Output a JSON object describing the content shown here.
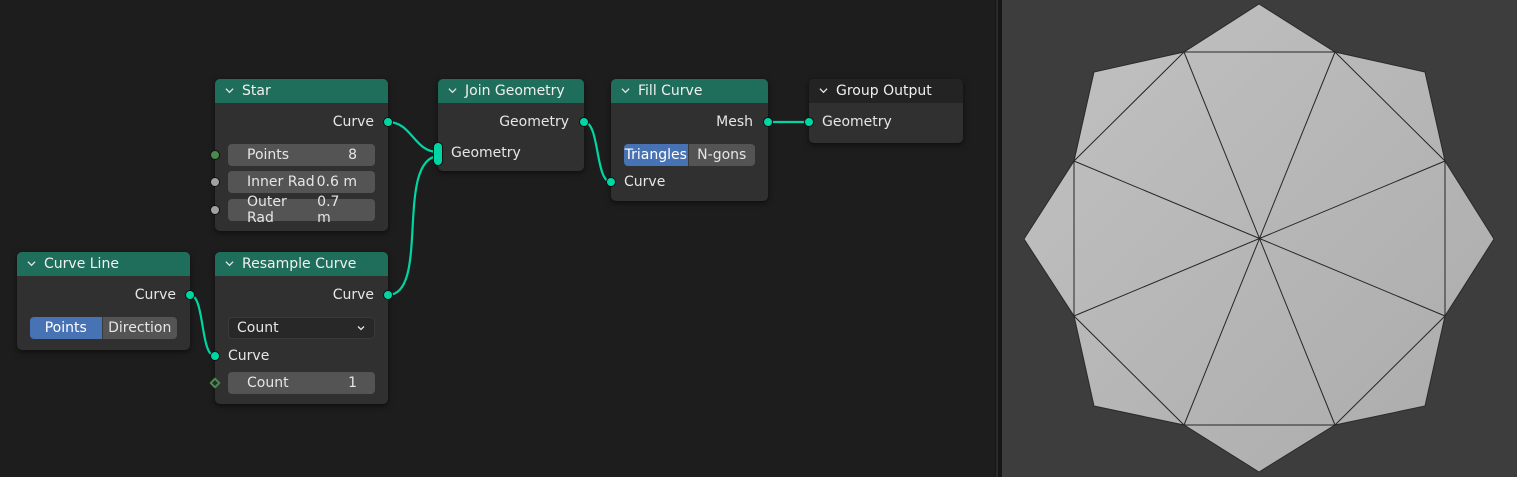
{
  "nodes": {
    "star": {
      "title": "Star",
      "output_curve": "Curve",
      "points_label": "Points",
      "points_value": "8",
      "inner_label": "Inner Rad",
      "inner_value": "0.6 m",
      "outer_label": "Outer Rad",
      "outer_value": "0.7 m"
    },
    "curve_line": {
      "title": "Curve Line",
      "output_curve": "Curve",
      "mode_points": "Points",
      "mode_direction": "Direction",
      "active_mode": "Points"
    },
    "resample": {
      "title": "Resample Curve",
      "output_curve": "Curve",
      "mode_value": "Count",
      "input_curve": "Curve",
      "count_label": "Count",
      "count_value": "1"
    },
    "join": {
      "title": "Join Geometry",
      "output_geometry": "Geometry",
      "input_geometry": "Geometry"
    },
    "fill": {
      "title": "Fill Curve",
      "output_mesh": "Mesh",
      "mode_triangles": "Triangles",
      "mode_ngons": "N-gons",
      "active_mode": "Triangles",
      "input_curve": "Curve"
    },
    "group_output": {
      "title": "Group Output",
      "input_geometry": "Geometry"
    }
  },
  "colors": {
    "geometry_socket": "#00d6a3",
    "int_socket": "#4a8a4d",
    "float_socket": "#a1a1a1",
    "node_header": "#1f6e5b",
    "viewport_bg": "#3d3d3d",
    "mesh_fill": "#b9b9b9"
  }
}
